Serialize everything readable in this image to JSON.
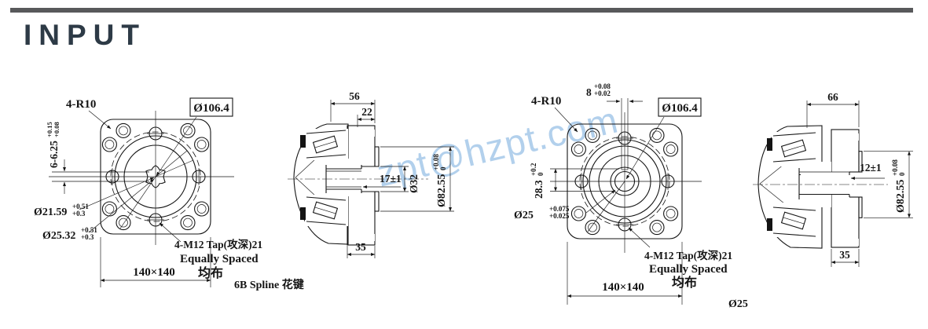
{
  "page": {
    "title": "INPUT"
  },
  "watermark": {
    "text": "hzpt@hzpt.com"
  },
  "colors": {
    "accent_bar": "#58595b",
    "title": "#2d3a46",
    "line": "#151515",
    "watermark": "#a5c8e9"
  },
  "left_front": {
    "corner_label": "4-R10",
    "pilot_box": "Ø106.4",
    "hole_dim": "6-6.25",
    "hole_dim_sup": "+0.15",
    "hole_dim_sub": "+0.08",
    "spline_minor": "Ø21.59",
    "spline_minor_sup": "+0.51",
    "spline_minor_sub": "+0.3",
    "spline_major": "Ø25.32",
    "spline_major_sup": "+0.51",
    "spline_major_sub": "+0.3",
    "tap_note1": "4-M12 Tap(攻深)21",
    "tap_note2": "Equally Spaced",
    "tap_note3": "均布",
    "square_dim": "140×140",
    "spline_note": "6B Spline 花键"
  },
  "left_section": {
    "depth_total": "56",
    "depth_step": "22",
    "bore_depth": "17±1",
    "bore_dia": "Ø32",
    "spigot_dia": "Ø82.55",
    "spigot_sup": "+0.08",
    "spigot_sub": "0",
    "hub_length": "35"
  },
  "right_front": {
    "keyway_width": "8",
    "keyway_sup": "+0.08",
    "keyway_sub": "+0.02",
    "corner_label": "4-R10",
    "pilot_box": "Ø106.4",
    "keyway_depth": "28.3",
    "keyway_depth_sup": "+0.2",
    "keyway_depth_sub": "0",
    "bore_dia": "Ø25",
    "bore_sup": "+0.075",
    "bore_sub": "+0.025",
    "tap_note1": "4-M12 Tap(攻深)21",
    "tap_note2": "Equally Spaced",
    "tap_note3": "均布",
    "square_dim": "140×140",
    "shaft_note": "Ø25"
  },
  "right_section": {
    "depth_total": "66",
    "bore_depth": "12±1",
    "spigot_dia": "Ø82.55",
    "spigot_sup": "+0.08",
    "spigot_sub": "0",
    "hub_length": "35"
  }
}
